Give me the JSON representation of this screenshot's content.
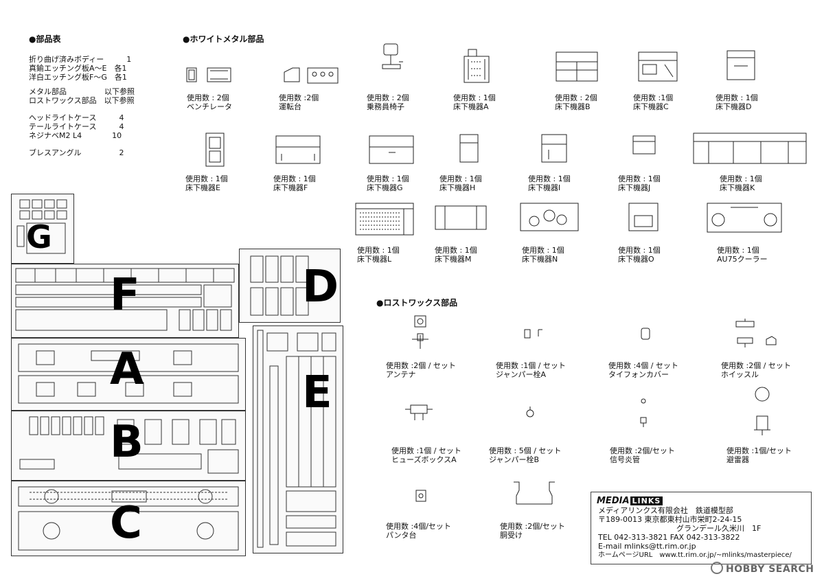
{
  "parts_list": {
    "title": "●部品表",
    "lines": [
      "折り曲げ済みボディー　　　1",
      "真鍮エッチング板A～E　各1",
      "洋白エッチング板F～G　各1",
      "メタル部品　　　　　以下参照",
      "ロストワックス部品　以下参照",
      "ヘッドライトケース　　　4",
      "テールライトケース　　　4",
      "ネジナベM2 L4　　　　10",
      "ブレスアングル　　　　　2"
    ]
  },
  "white_metal": {
    "title": "●ホワイトメタル部品",
    "items": [
      {
        "qty": "使用数 : 2個",
        "name": "ベンチレータ"
      },
      {
        "qty": "使用数 :2個",
        "name": "運転台"
      },
      {
        "qty": "使用数 : 2個",
        "name": "乗務員椅子"
      },
      {
        "qty": "使用数 : 1個",
        "name": "床下機器A"
      },
      {
        "qty": "使用数 : 2個",
        "name": "床下機器B"
      },
      {
        "qty": "使用数 :1個",
        "name": "床下機器C"
      },
      {
        "qty": "使用数 : 1個",
        "name": "床下機器D"
      },
      {
        "qty": "使用数 : 1個",
        "name": "床下機器E"
      },
      {
        "qty": "使用数 : 1個",
        "name": "床下機器F"
      },
      {
        "qty": "使用数 : 1個",
        "name": "床下機器G"
      },
      {
        "qty": "使用数 : 1個",
        "name": "床下機器H"
      },
      {
        "qty": "使用数 : 1個",
        "name": "床下機器I"
      },
      {
        "qty": "使用数 : 1個",
        "name": "床下機器J"
      },
      {
        "qty": "使用数 : 1個",
        "name": "床下機器K"
      },
      {
        "qty": "使用数 : 1個",
        "name": "床下機器L"
      },
      {
        "qty": "使用数 : 1個",
        "name": "床下機器M"
      },
      {
        "qty": "使用数 : 1個",
        "name": "床下機器N"
      },
      {
        "qty": "使用数 : 1個",
        "name": "床下機器O"
      },
      {
        "qty": "使用数 : 1個",
        "name": "AU75クーラー"
      }
    ]
  },
  "lost_wax": {
    "title": "●ロストワックス部品",
    "items": [
      {
        "qty": "使用数 :2個 / セット",
        "name": "アンテナ"
      },
      {
        "qty": "使用数 :1個 / セット",
        "name": "ジャンパー栓A"
      },
      {
        "qty": "使用数 :4個 / セット",
        "name": "タイフォンカバー"
      },
      {
        "qty": "使用数 :2個 / セット",
        "name": "ホイッスル"
      },
      {
        "qty": "使用数 :1個 / セット",
        "name": "ヒューズボックスA"
      },
      {
        "qty": "使用数 : 5個 / セット",
        "name": "ジャンパー栓B"
      },
      {
        "qty": "使用数 :2個/セット",
        "name": "信号炎管"
      },
      {
        "qty": "使用数 :1個/セット",
        "name": "避雷器"
      },
      {
        "qty": "使用数 :4個/セット",
        "name": "パンタ台"
      },
      {
        "qty": "使用数 :2個/セット",
        "name": "胴受け"
      }
    ]
  },
  "etching_sheets": {
    "labels": {
      "G": "G",
      "F": "F",
      "D": "D",
      "A": "A",
      "B": "B",
      "C": "C",
      "E": "E"
    }
  },
  "contact": {
    "logo_left": "MEDIA",
    "logo_right": "LINKS",
    "company": "メディアリンクス有限会社　鉄道模型部",
    "address1": "〒189-0013 東京都東村山市栄町2-24-15",
    "address2": "グランデール久米川　1F",
    "tel": "TEL 042-313-3821 FAX 042-313-3822",
    "email": "E-mail mlinks@tt.rim.or.jp",
    "homepage": "ホームページURL　www.tt.rim.or.jp/~mlinks/masterpiece/"
  },
  "watermark": "HOBBY SEARCH"
}
